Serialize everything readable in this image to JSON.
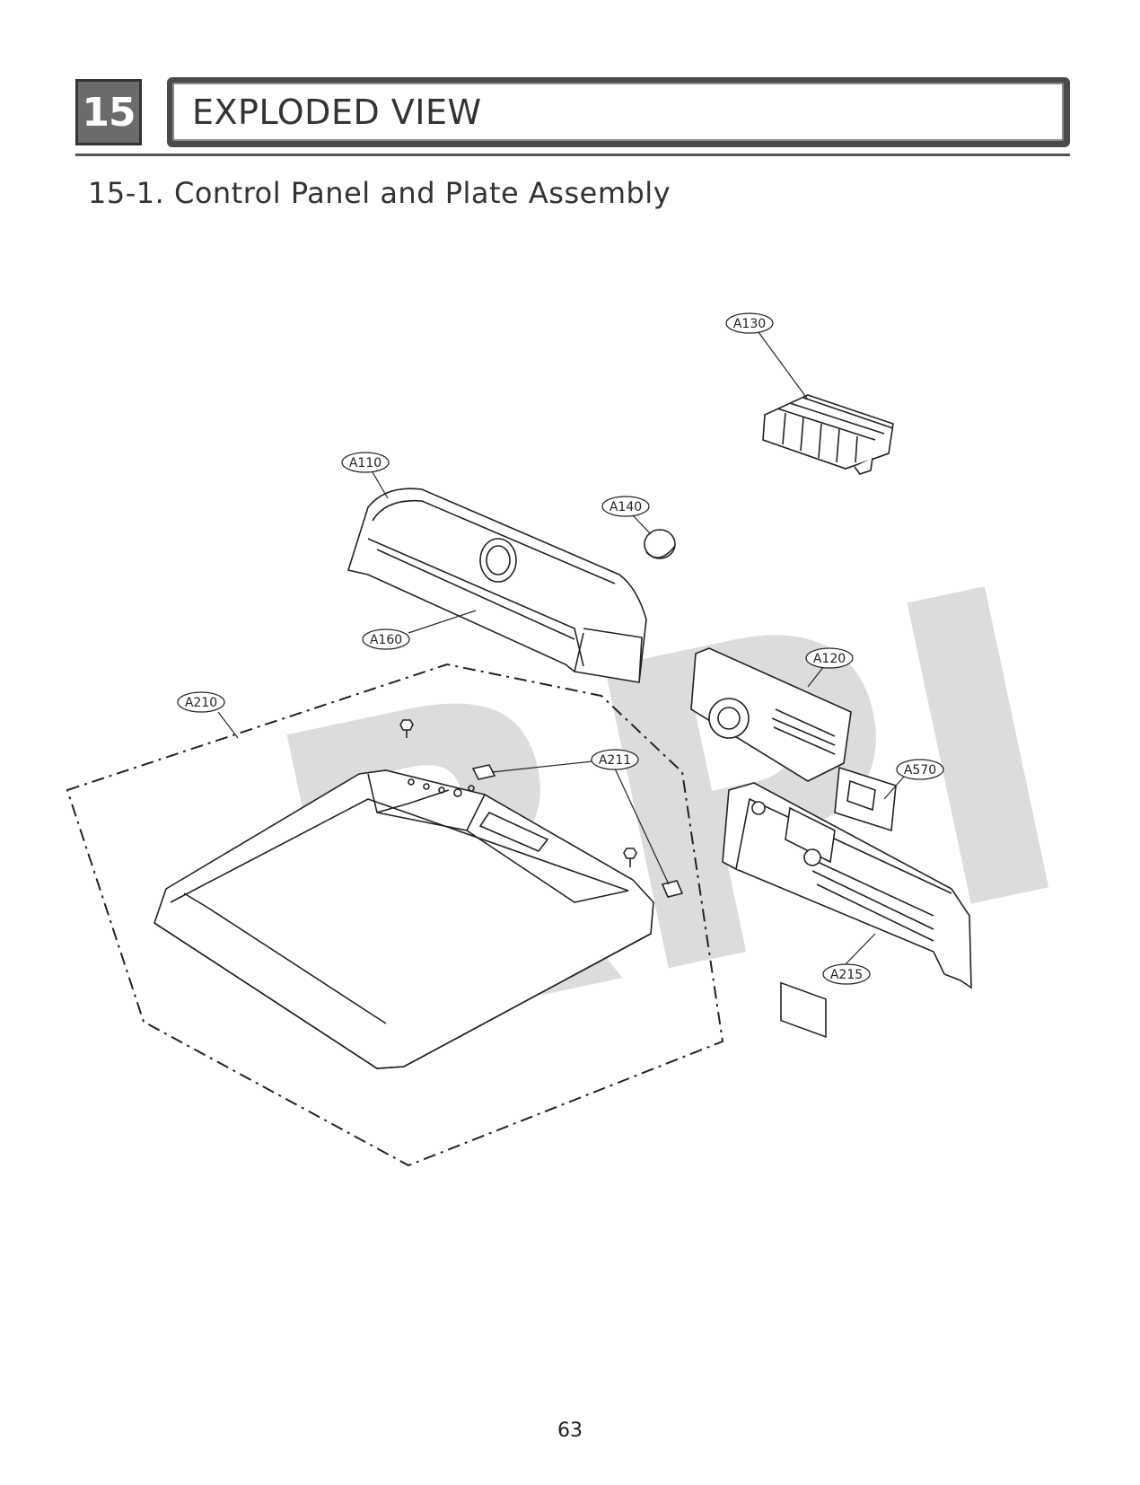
{
  "header": {
    "section_number": "15",
    "title": "EXPLODED VIEW"
  },
  "subtitle": "15-1. Control Panel and Plate Assembly",
  "watermark": "RPI",
  "callouts": {
    "A130": "A130",
    "A110": "A110",
    "A140": "A140",
    "A160": "A160",
    "A120": "A120",
    "A210": "A210",
    "A211": "A211",
    "A570": "A570",
    "A215": "A215"
  },
  "page_number": "63",
  "colors": {
    "header_box": "#6b6b6b",
    "frame": "#4a4a4a",
    "watermark": "#dcdcdc"
  }
}
